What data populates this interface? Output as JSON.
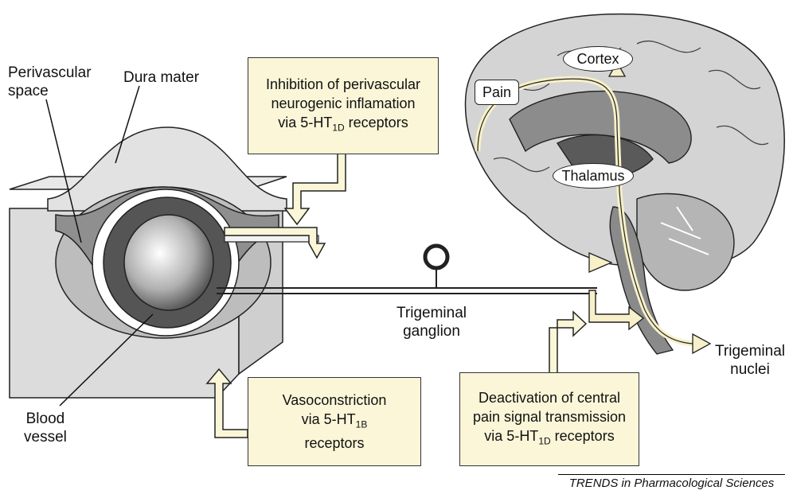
{
  "labels": {
    "perivascular_line1": "Perivascular",
    "perivascular_line2": "space",
    "dura_mater": "Dura mater",
    "blood_vessel_line1": "Blood",
    "blood_vessel_line2": "vessel",
    "trigeminal_ganglion_line1": "Trigeminal",
    "trigeminal_ganglion_line2": "ganglion",
    "trigeminal_nuclei_line1": "Trigeminal",
    "trigeminal_nuclei_line2": "nuclei",
    "cortex": "Cortex",
    "pain": "Pain",
    "thalamus": "Thalamus"
  },
  "boxes": {
    "inhibition": {
      "line1": "Inhibition of perivascular",
      "line2": "neurogenic inflamation",
      "line3_prefix": "via 5-HT",
      "line3_sub": "1D",
      "line3_suffix": " receptors"
    },
    "vasoconstriction": {
      "line1": "Vasoconstriction",
      "line2_prefix": "via 5-HT",
      "line2_sub": "1B",
      "line3": "receptors"
    },
    "deactivation": {
      "line1": "Deactivation of central",
      "line2": "pain signal transmission",
      "line3_prefix": "via 5-HT",
      "line3_sub": "1D",
      "line3_suffix": " receptors"
    }
  },
  "credit": "TRENDS in Pharmacological Sciences",
  "colors": {
    "box_fill": "#fbf6d8",
    "arrow_fill": "#fbf6d8",
    "tissue_light": "#d9d9d9",
    "tissue_mid": "#9a9a9a",
    "tissue_dark": "#444444",
    "brain": "#d0d0d0"
  }
}
